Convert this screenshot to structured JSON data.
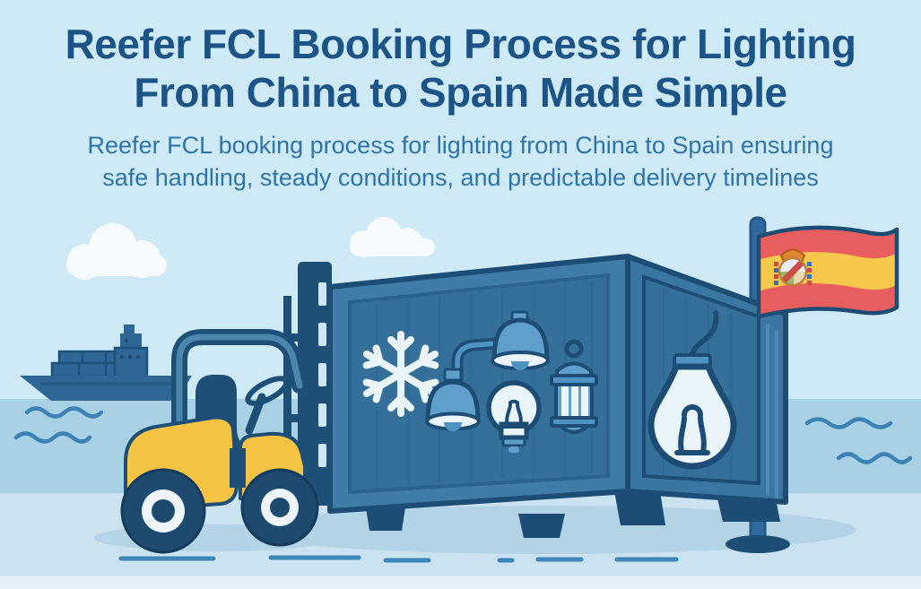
{
  "header": {
    "title_line1": "Reefer FCL Booking Process for Lighting",
    "title_line2": "From China to Spain Made Simple",
    "subtitle_line1": "Reefer FCL booking process for lighting from China to Spain ensuring",
    "subtitle_line2": "safe handling, steady conditions, and predictable delivery timelines"
  },
  "illustration": {
    "scene_elements": [
      "cloud-left",
      "cloud-middle",
      "sea-band",
      "cargo-ship",
      "sea-waves",
      "ground",
      "road-dashes",
      "forklift",
      "reefer-container",
      "snowflake-icon",
      "wall-lamp-icon",
      "pendant-lamp-icon",
      "light-bulb-icon",
      "lantern-icon",
      "hanging-bulb-icon",
      "spain-flag",
      "flag-pole"
    ]
  },
  "palette": {
    "sky": "#cfeaf7",
    "water": "#a9d1e5",
    "ground": "#cbe3f0",
    "ground_light": "#e4f1f9",
    "shadow": "#b3d3e6",
    "title_text": "#1c5487",
    "subtitle_text": "#2e74a8",
    "outline_navy": "#1d4d74",
    "container_side": "#3f7da8",
    "container_end": "#3a76a2",
    "container_inner": "#35709b",
    "corrugation": "#2f6b97",
    "icon_light": "#eaf5fb",
    "icon_mid": "#5f9fcb",
    "icon_deep": "#4e93c2",
    "forklift_yellow": "#f6c445",
    "forklift_navy": "#1e4f77",
    "wheel_navy": "#1e4a70",
    "ship_blue": "#2e6695",
    "wave_blue": "#3c82b4",
    "dash_blue": "#3e86b8",
    "flag_red": "#e85d5d",
    "flag_yellow": "#f6c84c",
    "flag_pole": "#2e6aa0",
    "cloud_white": "#f7fbfe"
  }
}
